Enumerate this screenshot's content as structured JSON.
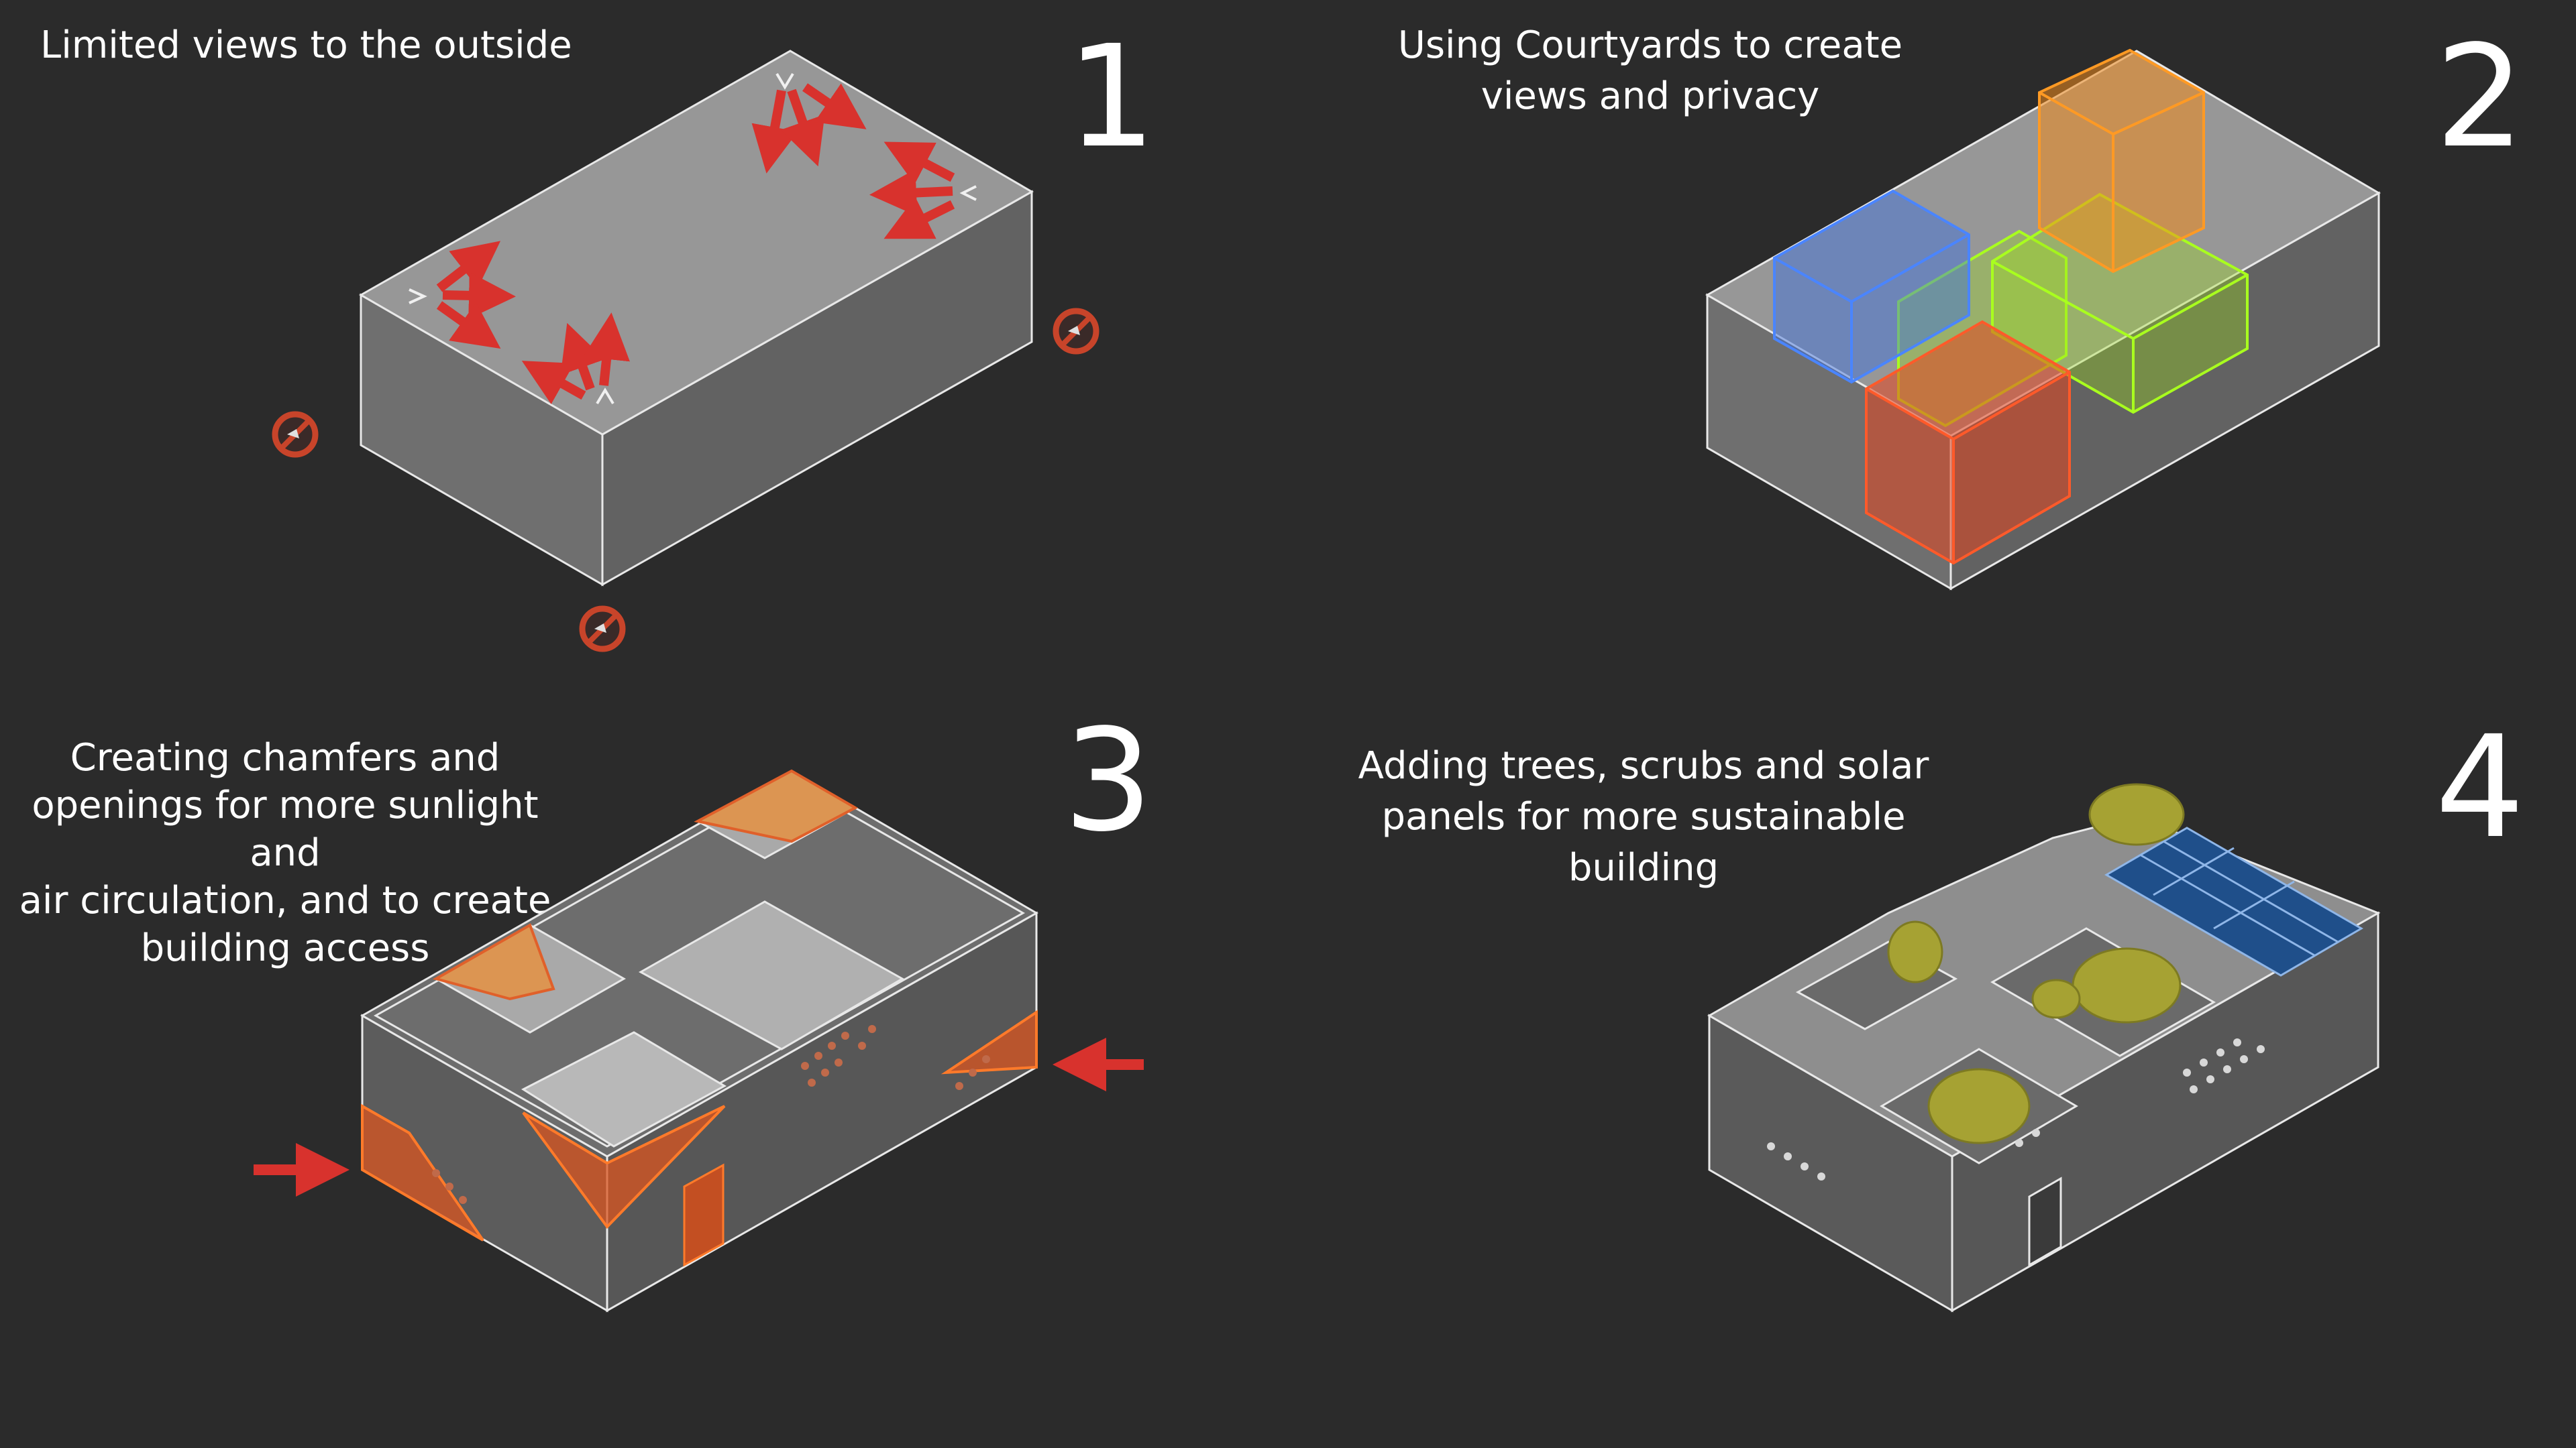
{
  "panels": [
    {
      "number": "1",
      "caption": "Limited views to the outside"
    },
    {
      "number": "2",
      "caption": "Using Courtyards to create\nviews and privacy"
    },
    {
      "number": "3",
      "caption": "Creating chamfers and\nopenings for more sunlight and\nair circulation, and to create\nbuilding access"
    },
    {
      "number": "4",
      "caption": "Adding trees, scrubs and solar\npanels for more sustainable\nbuilding"
    }
  ],
  "colors": {
    "background": "#2b2b2b",
    "text": "#ffffff",
    "arrow": "#d8322d",
    "no_view_symbol": "#c8442a",
    "courtyard_blue": "#3a6fe0",
    "courtyard_green": "#9fe01a",
    "courtyard_orange": "#f08a1c",
    "courtyard_red": "#e5461f",
    "chamfer_orange": "#e0602a",
    "tree": "#a6a233",
    "solar_panel": "#1f4f8a"
  }
}
